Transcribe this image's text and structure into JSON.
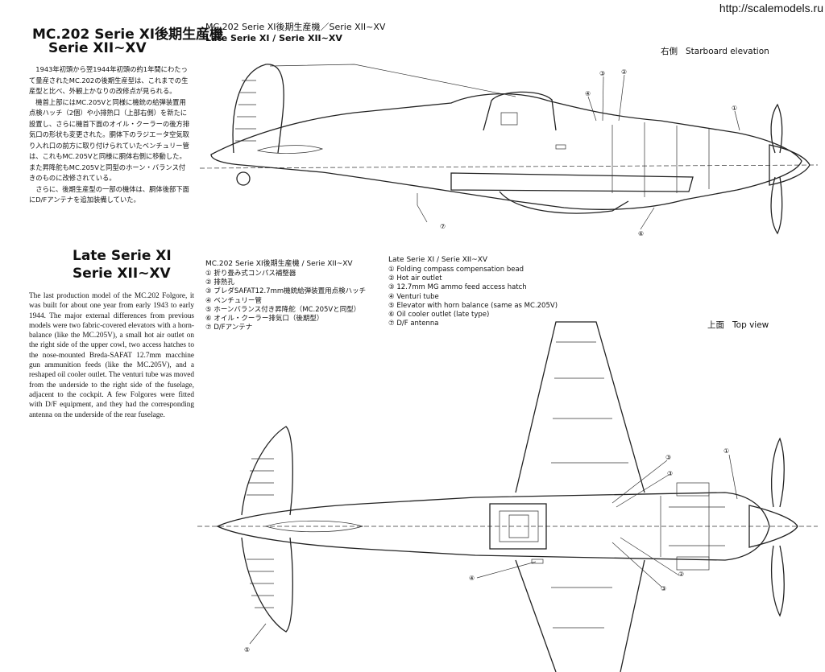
{
  "watermark": "http://scalemodels.ru",
  "left_column": {
    "title_jp_line1": "MC.202 Serie XI後期生産機",
    "title_jp_line2": "Serie XII~XV",
    "body_jp": [
      "1943年初頭から翌1944年初頭の約1年間にわたって量産されたMC.202の後期生産型は、これまでの生産型と比べ、外観上かなりの改修点が見られる。",
      "機首上部にはMC.205Vと同様に機銃の給弾装置用点検ハッチ（2個）や小排熱口（上部右側）を新たに設置し、さらに機首下面のオイル・クーラーの後方排気口の形状も変更された。胴体下のラジエータ空気取り入れ口の前方に取り付けられていたベンチュリー管は、これもMC.205Vと同様に胴体右側に移動した。また昇降舵もMC.205Vと同型のホーン・バランス付きのものに改修されている。",
      "さらに、後期生産型の一部の機体は、胴体後部下面にD/Fアンテナを追加装備していた。"
    ],
    "title_en_line1": "Late Serie XI",
    "title_en_line2": "Serie XII~XV",
    "body_en": "The last production model of the MC.202 Folgore, it was built for about one year from early 1943 to early 1944. The major external differences from previous models were two fabric-covered elevators with a horn-balance (like the MC.205V), a small hot air outlet on the right side of the upper cowl, two access hatches to the nose-mounted Breda-SAFAT 12.7mm macchine gun ammunition feeds (like the MC.205V), and a reshaped oil cooler outlet. The venturi tube was moved from the underside to the right side of the fuselage, adjacent to the cockpit. A few Folgores were fitted with D/F equipment, and they had the corresponding antenna on the underside of the rear fuselage."
  },
  "captions": {
    "line1": "MC.202 Serie XI後期生産機／Serie XII~XV",
    "line2": "Late Serie XI / Serie XII~XV"
  },
  "side_view": {
    "label_jp": "右側",
    "label_en": "Starboard elevation"
  },
  "top_view": {
    "label_jp": "上面",
    "label_en": "Top view"
  },
  "legend_jp": {
    "title": "MC.202 Serie XI後期生産機 / Serie XII~XV",
    "items": [
      "① 折り畳み式コンパス補整器",
      "② 排熱孔",
      "③ ブレダSAFAT12.7mm機銃給弾装置用点検ハッチ",
      "④ ベンチュリー管",
      "⑤ ホーンバランス付き昇降舵（MC.205Vと同型）",
      "⑥ オイル・クーラー排気口（後期型）",
      "⑦ D/Fアンテナ"
    ]
  },
  "legend_en": {
    "title": "Late Serie XI / Serie XII~XV",
    "items": [
      "① Folding compass compensation bead",
      "② Hot air outlet",
      "③ 12.7mm MG ammo feed access hatch",
      "④ Venturi tube",
      "⑤ Elevator with horn balance (same as MC.205V)",
      "⑥ Oil cooler outlet (late type)",
      "⑦ D/F antenna"
    ]
  },
  "callouts": {
    "side": [
      "①",
      "②",
      "③",
      "④",
      "⑦",
      "⑥"
    ],
    "top": [
      "①",
      "②",
      "③",
      "③",
      "④",
      "⑤",
      "③"
    ]
  }
}
